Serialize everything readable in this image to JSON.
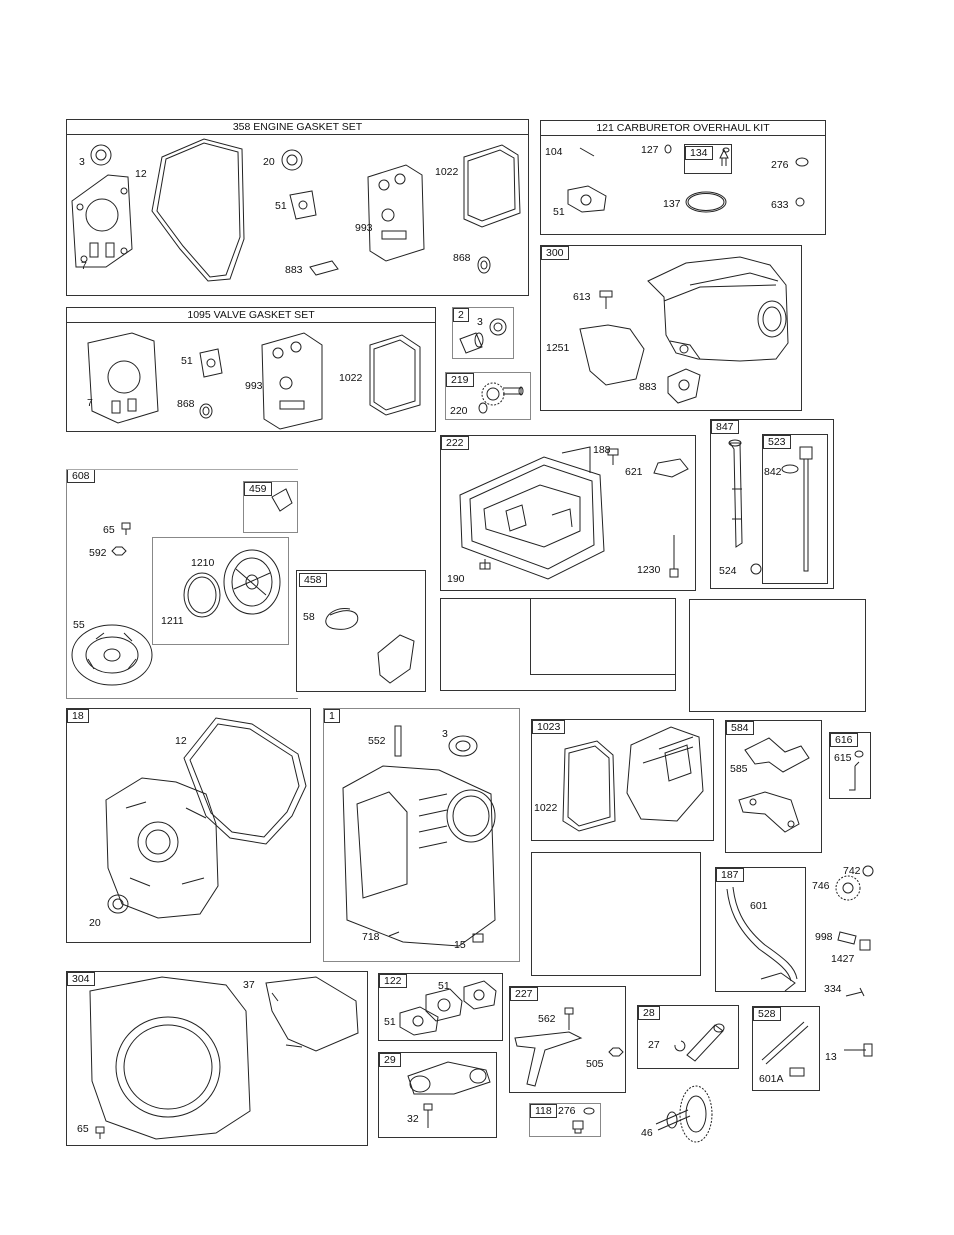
{
  "kits": {
    "engine_gasket": {
      "title": "358 ENGINE GASKET SET",
      "parts": [
        "3",
        "12",
        "7",
        "20",
        "51",
        "883",
        "993",
        "1022",
        "868"
      ]
    },
    "carb_overhaul": {
      "title": "121 CARBURETOR OVERHAUL KIT",
      "parts": [
        "104",
        "127",
        "134",
        "276",
        "51",
        "137",
        "633"
      ]
    },
    "valve_gasket": {
      "title": "1095 VALVE GASKET SET",
      "parts": [
        "7",
        "51",
        "868",
        "993",
        "1022"
      ]
    }
  },
  "assemblies": {
    "a300": {
      "tag": "300",
      "parts": [
        "613",
        "1251",
        "883"
      ]
    },
    "a2": {
      "tag": "2",
      "parts": [
        "3"
      ]
    },
    "a219": {
      "tag": "219",
      "parts": [
        "220"
      ]
    },
    "a222": {
      "tag": "222",
      "parts": [
        "188",
        "621",
        "190",
        "1230"
      ]
    },
    "a847": {
      "tag": "847",
      "parts": [
        "524"
      ]
    },
    "a523": {
      "tag": "523",
      "parts": [
        "842"
      ]
    },
    "a608": {
      "tag": "608",
      "parts": [
        "65",
        "592",
        "55"
      ]
    },
    "a459": {
      "tag": "459"
    },
    "a1210": {
      "parts": [
        "1210",
        "1211"
      ]
    },
    "a458": {
      "tag": "458",
      "parts": [
        "58"
      ]
    },
    "a18": {
      "tag": "18",
      "parts": [
        "12",
        "20"
      ]
    },
    "a1": {
      "tag": "1",
      "parts": [
        "552",
        "3",
        "718",
        "15"
      ]
    },
    "a1023": {
      "tag": "1023",
      "parts": [
        "1022"
      ]
    },
    "a584": {
      "tag": "584",
      "parts": [
        "585"
      ]
    },
    "a616": {
      "tag": "616",
      "parts": [
        "615"
      ]
    },
    "a187": {
      "tag": "187",
      "parts": [
        "601"
      ]
    },
    "loose": {
      "parts": [
        "742",
        "746",
        "998",
        "1427",
        "334",
        "13",
        "46"
      ]
    },
    "a304": {
      "tag": "304",
      "parts": [
        "37",
        "65"
      ]
    },
    "a122": {
      "tag": "122",
      "parts": [
        "51",
        "51"
      ]
    },
    "a29": {
      "tag": "29",
      "parts": [
        "32"
      ]
    },
    "a227": {
      "tag": "227",
      "parts": [
        "562",
        "505"
      ]
    },
    "a28": {
      "tag": "28",
      "parts": [
        "27"
      ]
    },
    "a528": {
      "tag": "528",
      "parts": [
        "601A"
      ]
    },
    "a118": {
      "tag": "118",
      "parts": [
        "276"
      ]
    }
  }
}
